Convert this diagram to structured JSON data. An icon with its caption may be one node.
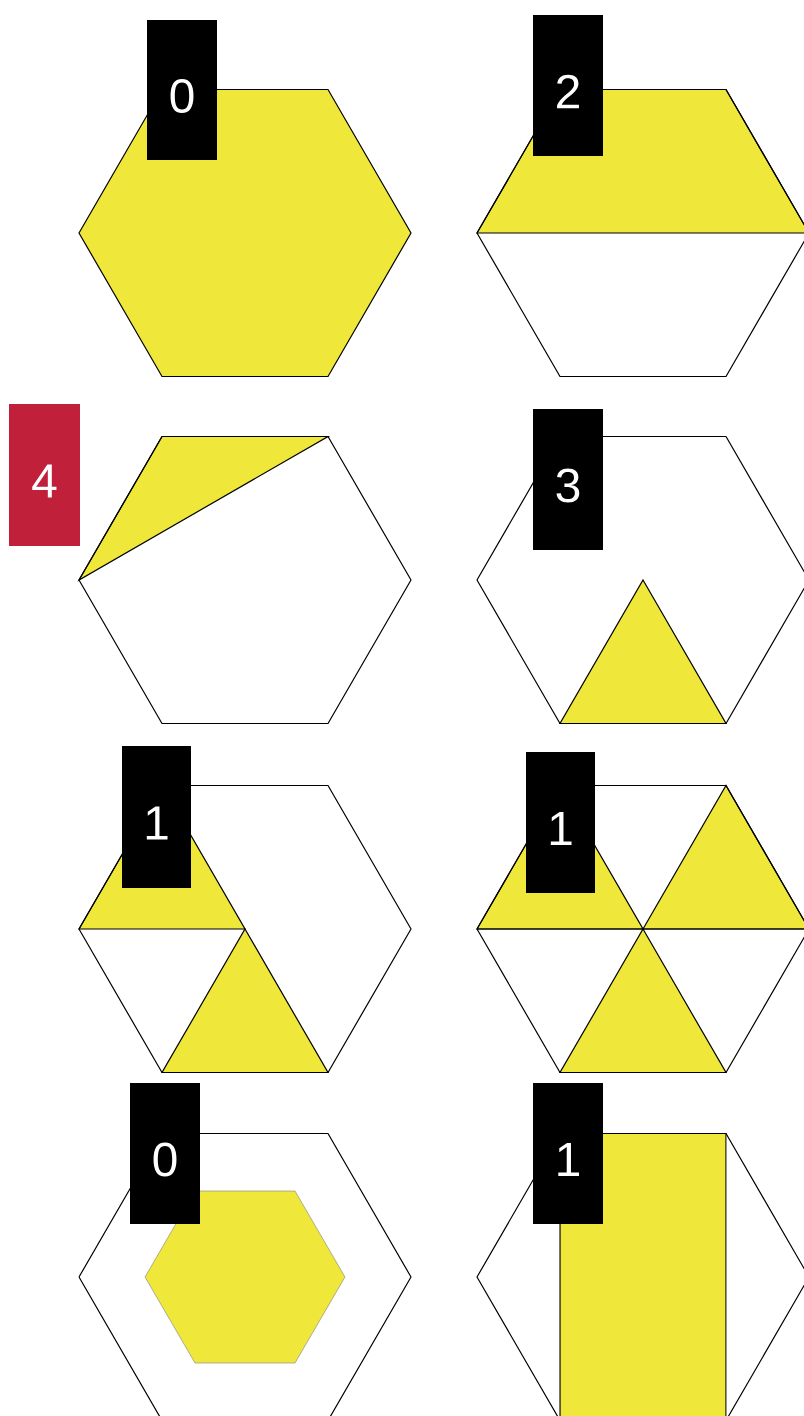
{
  "diagram": {
    "nodes": [
      {
        "text": [
          "0"
        ]
      },
      {
        "text": [
          "2"
        ]
      },
      {
        "text": [
          "4"
        ]
      },
      {
        "text": [
          "3"
        ]
      },
      {
        "text": [
          "1"
        ]
      },
      {
        "text": [
          "1"
        ]
      },
      {
        "text": [
          "0"
        ]
      },
      {
        "text": [
          "1"
        ]
      }
    ]
  }
}
